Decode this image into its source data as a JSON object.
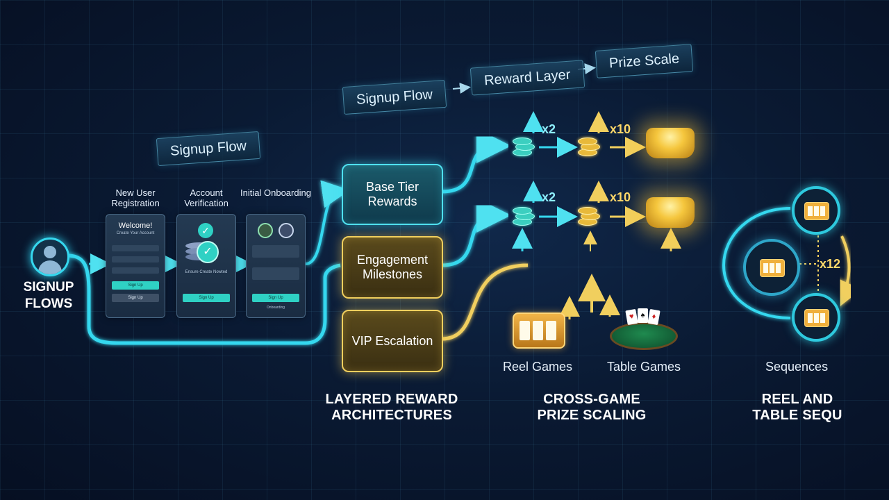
{
  "header": {
    "banner_signup": "Signup Flow",
    "banner_reward": "Reward Layer",
    "banner_prize": "Prize Scale",
    "banner_signup_left": "Signup Flow"
  },
  "signup": {
    "title": "SIGNUP FLOWS",
    "steps": [
      {
        "label": "New User Registration"
      },
      {
        "label": "Account Verification"
      },
      {
        "label": "Initial Onboarding"
      }
    ],
    "registration_screen": {
      "heading": "Welcome!",
      "subheading": "Create Your Account",
      "primary_button": "Sign Up",
      "secondary_button": "Sign Up"
    },
    "verification_screen": {
      "caption": "Ensure Create Nowted",
      "button": "Sign Up"
    },
    "onboarding_screen": {
      "button": "Sign Up",
      "footer": "Onboarding"
    }
  },
  "tiers": {
    "base": "Base Tier Rewards",
    "engagement": "Engagement Milestones",
    "vip": "VIP Escalation",
    "section_title": "LAYERED REWARD ARCHITECTURES"
  },
  "prize": {
    "mult_low_top": "x2",
    "mult_high_top": "x10",
    "mult_low_mid": "x2",
    "mult_high_mid": "x10",
    "reel_games": "Reel Games",
    "table_games": "Table Games",
    "section_title": "CROSS-GAME PRIZE SCALING"
  },
  "sequences": {
    "label": "Sequences",
    "multiplier": "x12",
    "section_title": "REEL AND TABLE SEQU"
  },
  "colors": {
    "teal": "#35d8ef",
    "gold": "#f1cf5e",
    "background": "#0a1a33"
  }
}
